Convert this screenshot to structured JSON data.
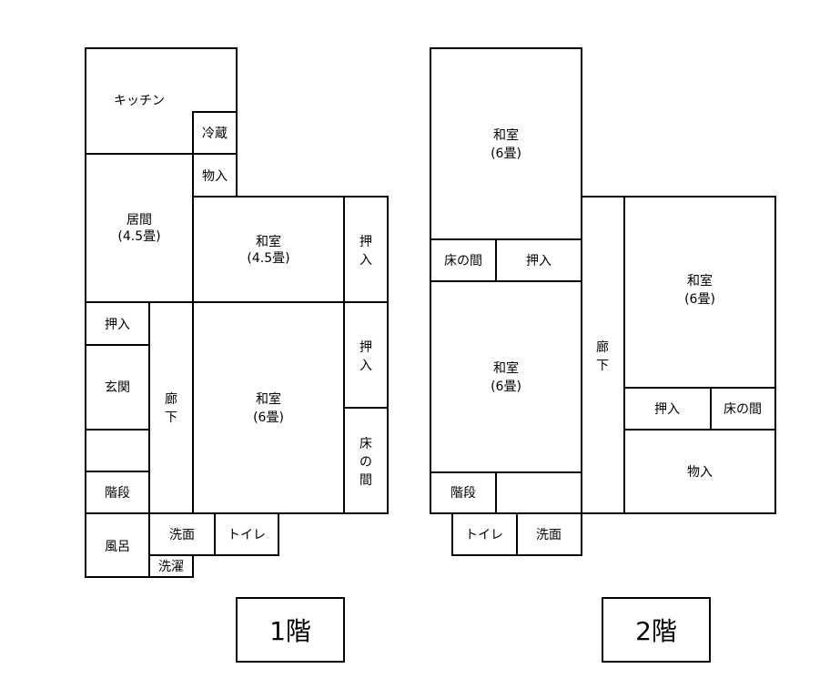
{
  "floor1": {
    "label": "1階",
    "rooms": {
      "kitchen": "キッチン",
      "fridge": "冷蔵",
      "storage_a": "物入",
      "living_name": "居間",
      "living_size": "(4.5畳)",
      "washitsu_a_name": "和室",
      "washitsu_a_size": "(4.5畳)",
      "closet_v1_l1": "押",
      "closet_v1_l2": "入",
      "closet_small": "押入",
      "closet_v2_l1": "押",
      "closet_v2_l2": "入",
      "entrance": "玄関",
      "corridor_l1": "廊",
      "corridor_l2": "下",
      "washitsu_b_name": "和室",
      "washitsu_b_size": "(6畳)",
      "tokonoma_l1": "床",
      "tokonoma_l2": "の",
      "tokonoma_l3": "間",
      "stairs": "階段",
      "bath": "風呂",
      "washroom": "洗面",
      "toilet": "トイレ",
      "laundry": "洗濯"
    }
  },
  "floor2": {
    "label": "2階",
    "rooms": {
      "washitsu_top_name": "和室",
      "washitsu_top_size": "(6畳)",
      "tokonoma_a": "床の間",
      "closet_a": "押入",
      "washitsu_left_name": "和室",
      "washitsu_left_size": "(6畳)",
      "corridor_l1": "廊",
      "corridor_l2": "下",
      "washitsu_right_name": "和室",
      "washitsu_right_size": "(6畳)",
      "closet_b": "押入",
      "tokonoma_b": "床の間",
      "storage": "物入",
      "stairs": "階段",
      "toilet": "トイレ",
      "washroom": "洗面"
    }
  }
}
